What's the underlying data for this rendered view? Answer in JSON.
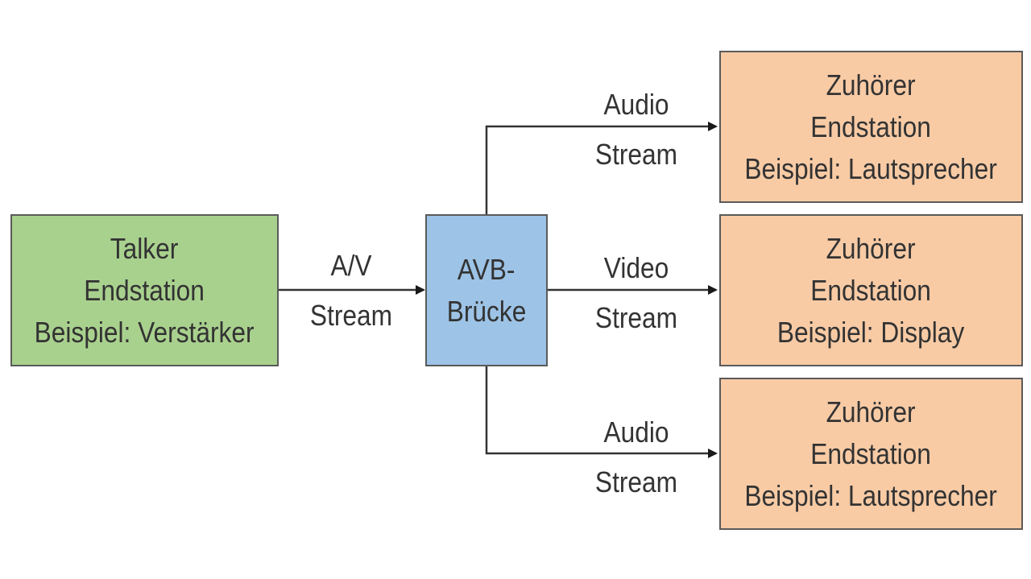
{
  "colors": {
    "talker": "#a9d18e",
    "bridge": "#9dc3e6",
    "listener": "#f8cba5",
    "stroke": "#333333"
  },
  "talker": {
    "lines": [
      "Talker",
      "Endstation",
      "Beispiel: Verstärker"
    ]
  },
  "bridge": {
    "lines": [
      "AVB-",
      "Brücke"
    ]
  },
  "edges": {
    "av": [
      "A/V",
      "Stream"
    ],
    "audio_top": [
      "Audio",
      "Stream"
    ],
    "video": [
      "Video",
      "Stream"
    ],
    "audio_bottom": [
      "Audio",
      "Stream"
    ]
  },
  "listeners": [
    {
      "lines": [
        "Zuhörer",
        "Endstation",
        "Beispiel: Lautsprecher"
      ]
    },
    {
      "lines": [
        "Zuhörer",
        "Endstation",
        "Beispiel: Display"
      ]
    },
    {
      "lines": [
        "Zuhörer",
        "Endstation",
        "Beispiel: Lautsprecher"
      ]
    }
  ]
}
